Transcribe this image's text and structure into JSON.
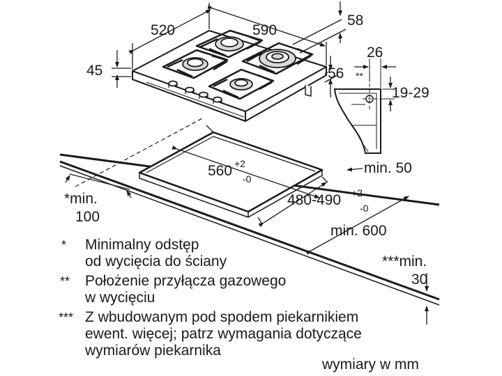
{
  "dimensions": {
    "width_left": "520",
    "width_right": "590",
    "depth_58": "58",
    "height_45": "45",
    "glass_56": "56",
    "clip_26": "26",
    "clip_marker": "**",
    "clip_range": "19-29",
    "cutout_width": "560",
    "cutout_width_tol_plus": "+2",
    "cutout_width_tol_minus": "-0",
    "cutout_depth": "480-490",
    "cutout_depth_tol_plus": "+2",
    "cutout_depth_tol_minus": "-0",
    "min_50": "min. 50",
    "min_600": "min. 600",
    "min_100_label": "*min.",
    "min_100_value": "100",
    "min_30_label": "***min.",
    "min_30_value": "30"
  },
  "notes": [
    {
      "marker": "*",
      "lines": [
        "Minimalny odstęp",
        "od wycięcia do ściany"
      ]
    },
    {
      "marker": "**",
      "lines": [
        "Położenie przyłącza gazowego",
        "w wycięciu"
      ]
    },
    {
      "marker": "***",
      "lines": [
        "Z wbudowanym pod spodem piekarnikiem",
        "ewent. więcej; patrz wymagania dotyczące",
        "wymiarów piekarnika"
      ]
    }
  ],
  "units_note": "wymiary w mm"
}
